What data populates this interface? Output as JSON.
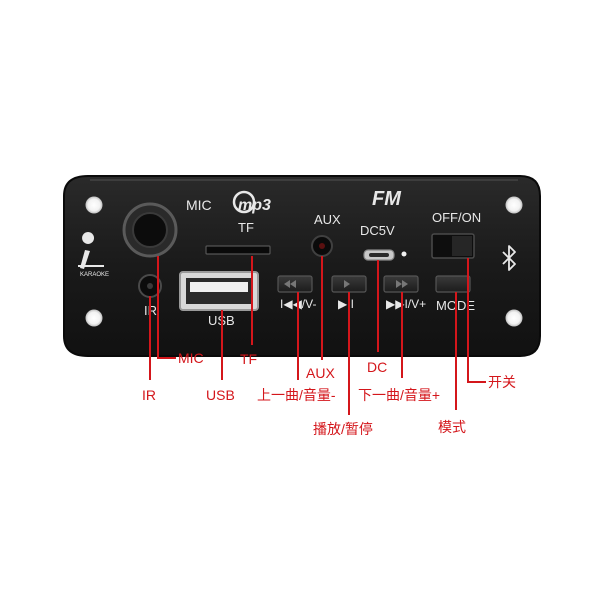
{
  "panel": {
    "mic_label": "MIC",
    "mp3_logo": "mp3",
    "tf_label": "TF",
    "fm_logo": "FM",
    "aux_label": "AUX",
    "dc_label": "DC5V",
    "switch_label": "OFF/ON",
    "usb_label": "USB",
    "ir_label": "IR",
    "prev_label": "I◀◀/V-",
    "play_label": "▶II",
    "next_label": "▶▶I/V+",
    "mode_label": "MODE",
    "karaoke_label": "KARAOKE",
    "bluetooth_icon": "bluetooth-icon",
    "panel_color": "#1b1b1b"
  },
  "callouts": {
    "ir": "IR",
    "mic": "MIC",
    "usb": "USB",
    "tf": "TF",
    "aux": "AUX",
    "prev": "上一曲/音量-",
    "play": "播放/暂停",
    "dc": "DC",
    "next": "下一曲/音量+",
    "mode": "模式",
    "switch": "开关",
    "line_color": "#d4161b"
  }
}
